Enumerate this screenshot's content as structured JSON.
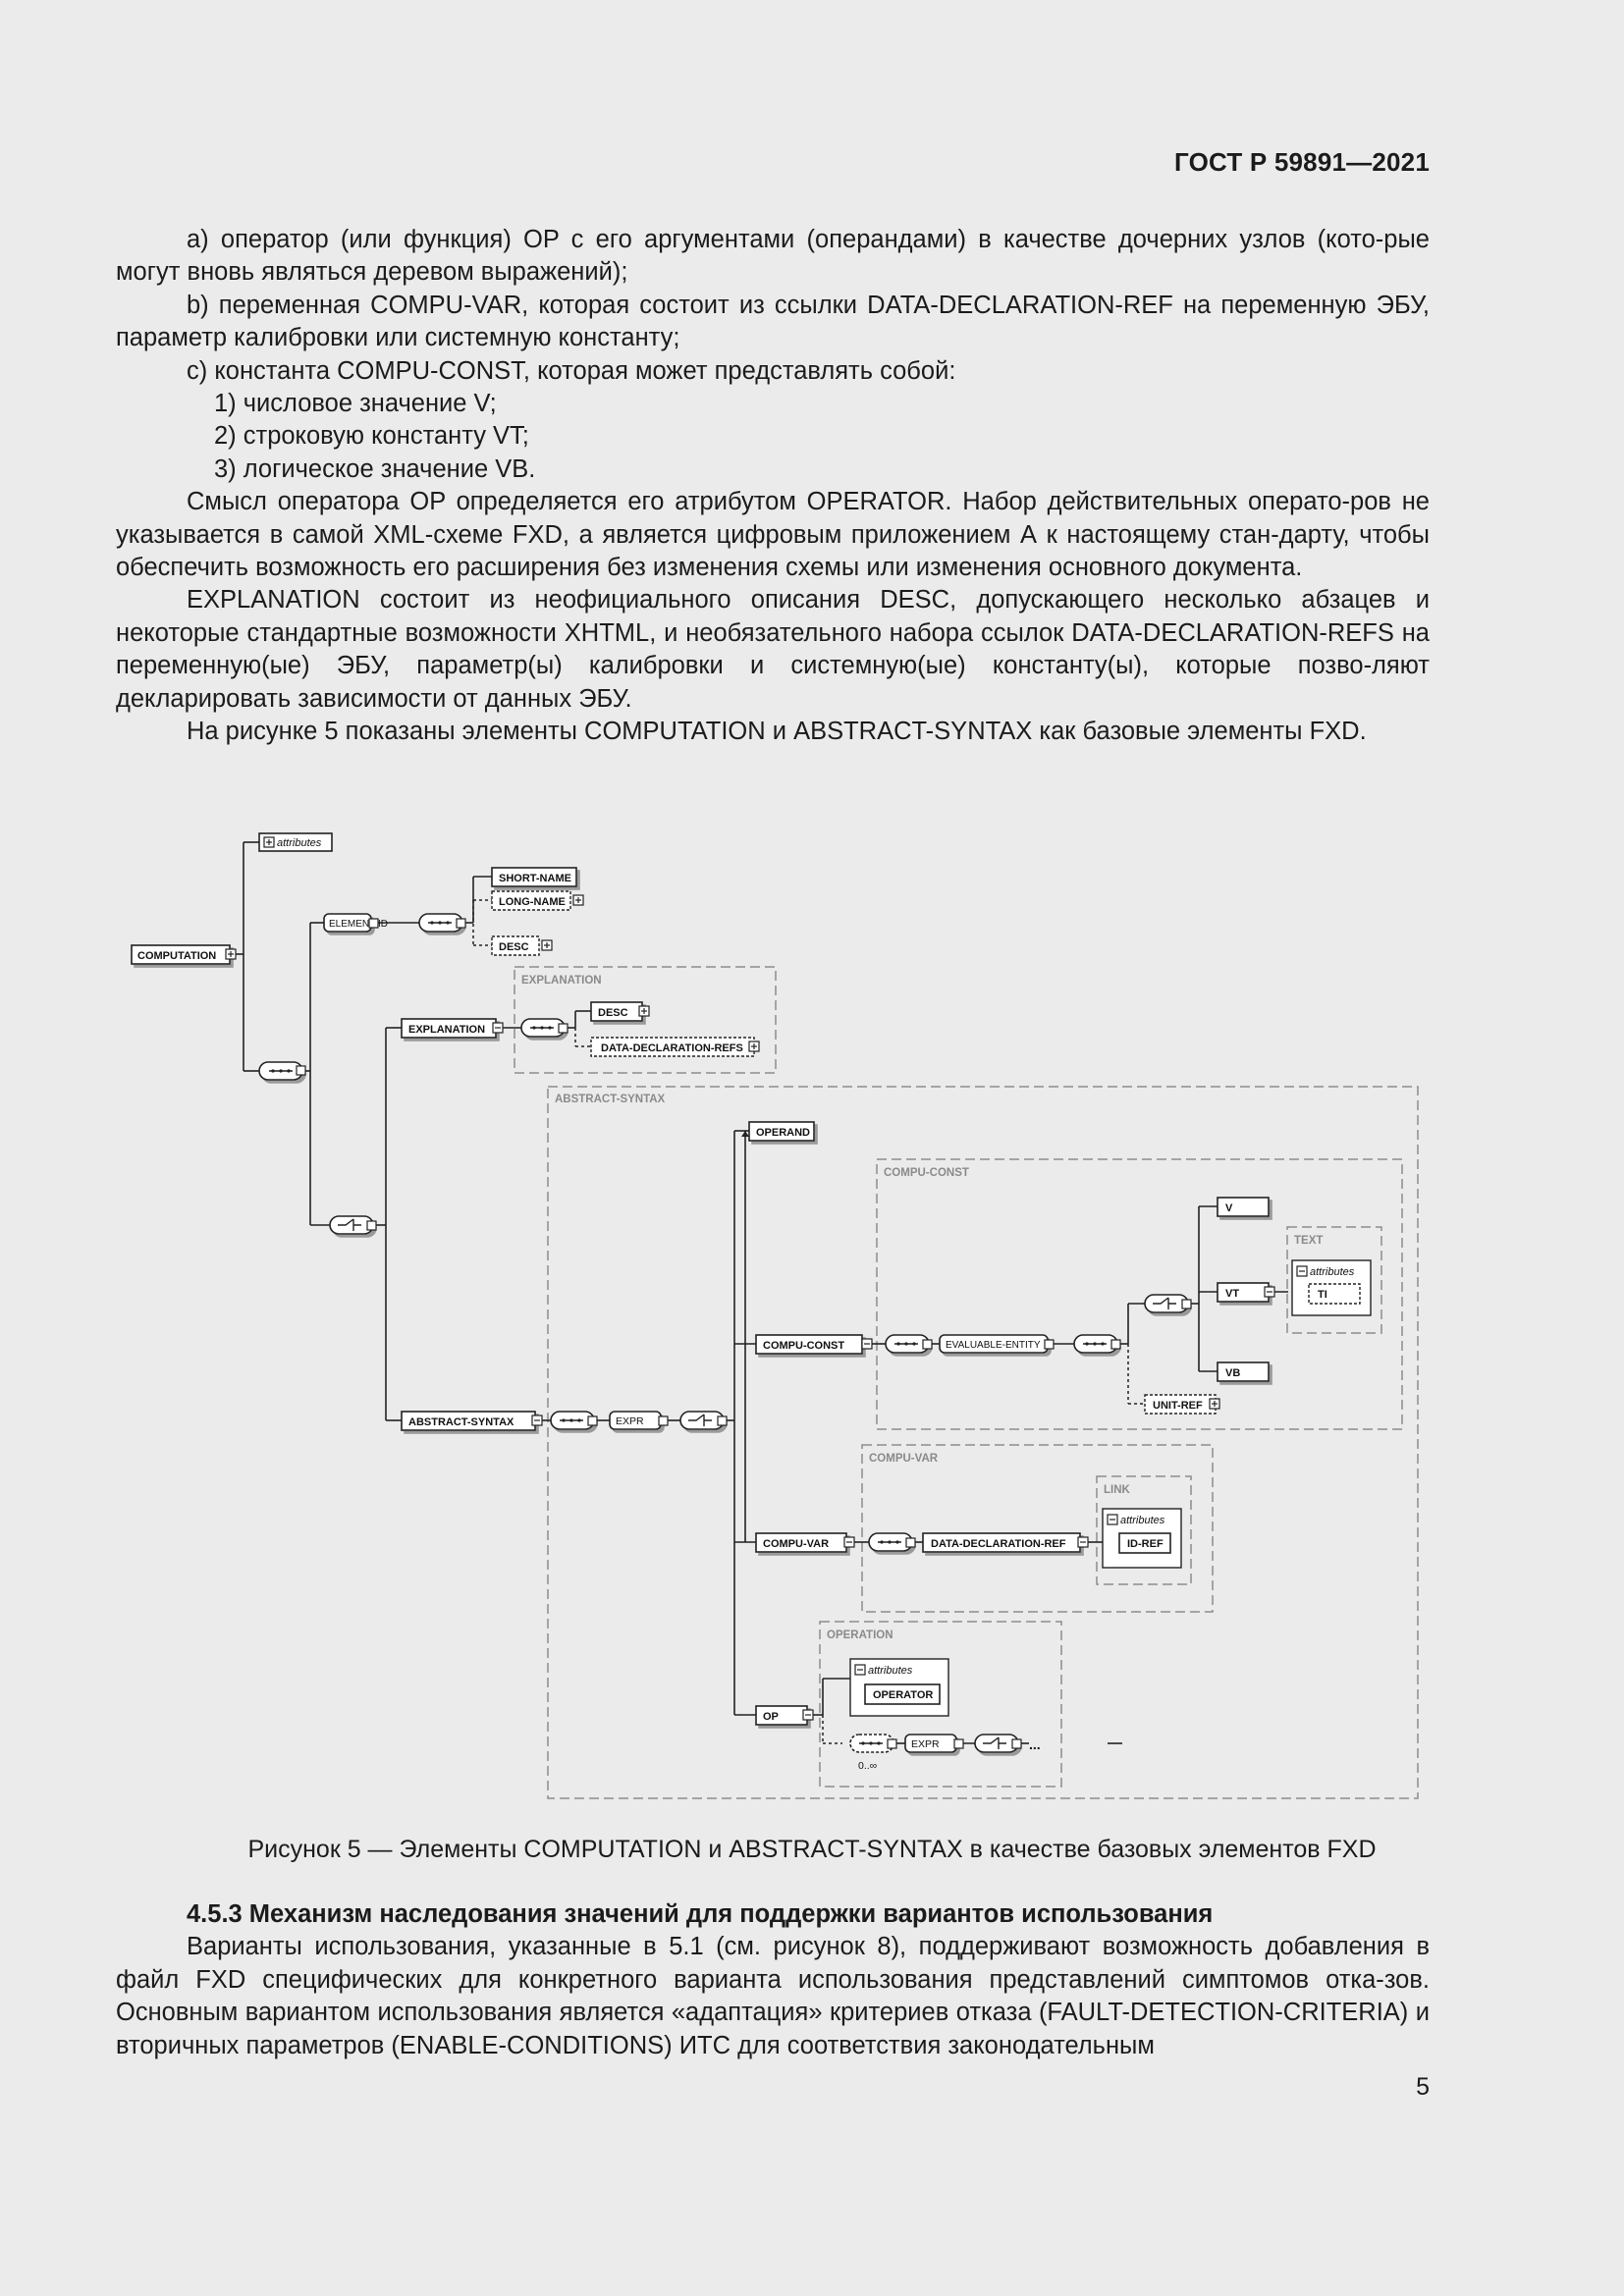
{
  "header": {
    "standard": "ГОСТ Р 59891—2021"
  },
  "paragraphs": [
    "а) оператор (или функция) OP с его аргументами (операндами) в качестве дочерних узлов (кото-рые могут вновь являться деревом выражений);",
    "b) переменная COMPU-VAR, которая состоит из ссылки DATA-DECLARATION-REF на переменную ЭБУ, параметр калибровки или системную константу;",
    "с) константа COMPU-CONST, которая может представлять собой:",
    "1) числовое значение V;",
    "2) строковую константу VT;",
    "3) логическое значение VB.",
    "Смысл оператора OP определяется его атрибутом OPERATOR. Набор действительных операто-ров не указывается в самой XML-схеме FXD, а является цифровым приложением А к настоящему стан-дарту, чтобы обеспечить возможность его расширения без изменения схемы или изменения основного документа.",
    "EXPLANATION состоит из неофициального описания DESC, допускающего несколько абзацев и некоторые стандартные возможности XHTML, и необязательного набора ссылок DATA-DECLARATION-REFS на переменную(ые) ЭБУ, параметр(ы) калибровки и системную(ые) константу(ы), которые позво-ляют декларировать зависимости от данных ЭБУ.",
    "На рисунке 5 показаны элементы COMPUTATION и ABSTRACT-SYNTAX как базовые элементы FXD."
  ],
  "diagram": {
    "root": "COMPUTATION",
    "attributes": "attributes",
    "element_id": "ELEMENT-ID",
    "short_name": "SHORT-NAME",
    "long_name": "LONG-NAME",
    "desc": "DESC",
    "explanation_group": "EXPLANATION",
    "explanation": "EXPLANATION",
    "data_declaration_refs": "DATA-DECLARATION-REFS",
    "abstract_syntax_group": "ABSTRACT-SYNTAX",
    "abstract_syntax": "ABSTRACT-SYNTAX",
    "expr": "EXPR",
    "operand": "OPERAND",
    "compu_const_group": "COMPU-CONST",
    "compu_const": "COMPU-CONST",
    "evaluable_entity": "EVALUABLE-ENTITY",
    "v": "V",
    "vt": "VT",
    "vb": "VB",
    "text_group": "TEXT",
    "ti": "TI",
    "unit_ref": "UNIT-REF",
    "compu_var_group": "COMPU-VAR",
    "compu_var": "COMPU-VAR",
    "data_declaration_ref": "DATA-DECLARATION-REF",
    "link_group": "LINK",
    "id_ref": "ID-REF",
    "operation_group": "OPERATION",
    "op": "OP",
    "operator": "OPERATOR",
    "multiplicity": "0..∞",
    "ellipsis": "..."
  },
  "caption": "Рисунок 5 — Элементы COMPUTATION и ABSTRACT-SYNTAX в качестве базовых элементов FXD",
  "section": {
    "heading": "4.5.3 Механизм наследования значений для поддержки вариантов использования",
    "text": "Варианты использования, указанные в 5.1 (см. рисунок 8), поддерживают возможность добавления в файл FXD специфических для конкретного варианта использования представлений симптомов отка-зов. Основным вариантом использования является «адаптация» критериев отказа (FAULT-DETECTION-CRITERIA) и вторичных параметров (ENABLE-CONDITIONS) ИТС для соответствия законодательным"
  },
  "page_number": "5"
}
